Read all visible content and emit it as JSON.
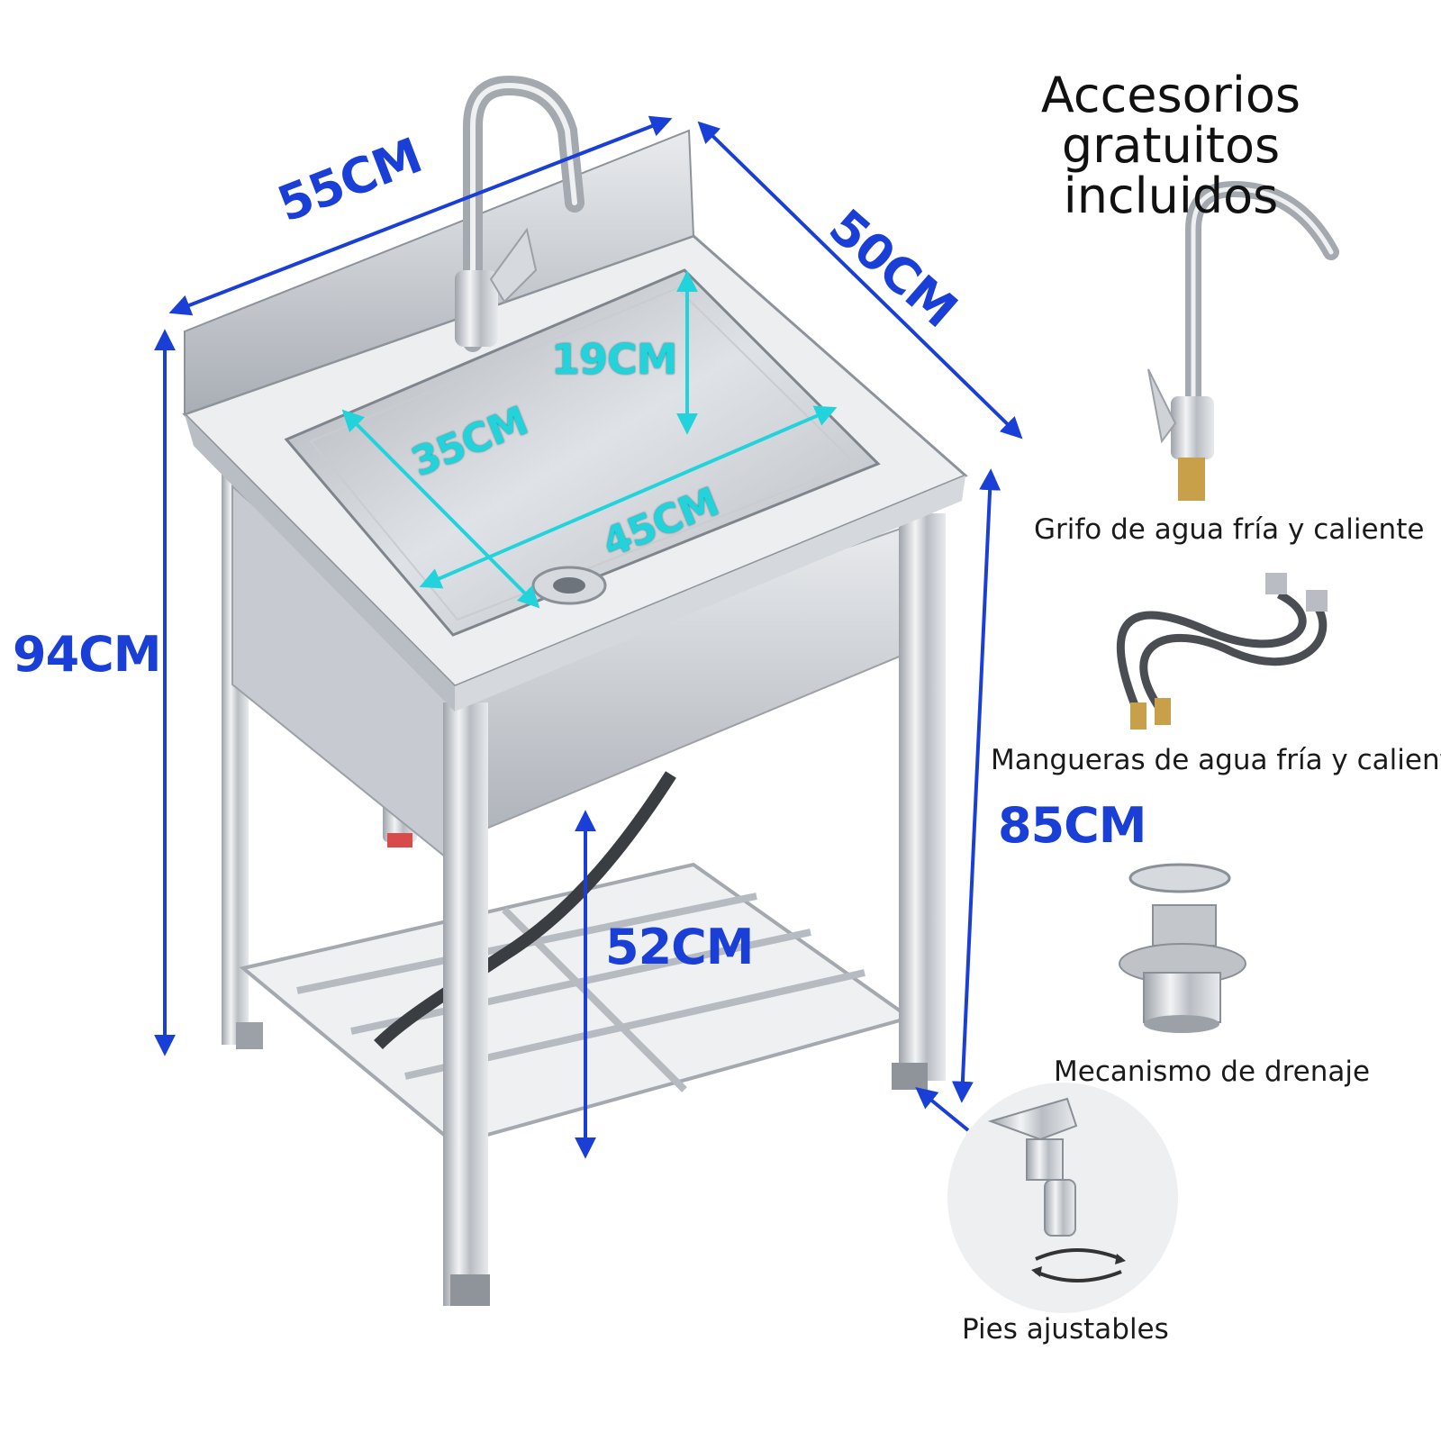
{
  "title": {
    "line1": "Accesorios gratuitos",
    "line2": "incluidos"
  },
  "accessories": [
    {
      "label": "Grifo de agua fría y caliente"
    },
    {
      "label": "Mangueras de agua fría y caliente"
    },
    {
      "label": "Mecanismo de drenaje"
    },
    {
      "label": "Pies ajustables"
    }
  ],
  "dimensions": {
    "width": "55CM",
    "depth": "50CM",
    "total_height": "94CM",
    "counter_height": "85CM",
    "shelf_height": "52CM",
    "basin_depth": "19CM",
    "basin_width": "35CM",
    "basin_length": "45CM"
  },
  "colors": {
    "dimension_blue": "#1a3fd6",
    "basin_cyan": "#22d3dc",
    "steel": "#c9cdd3"
  }
}
